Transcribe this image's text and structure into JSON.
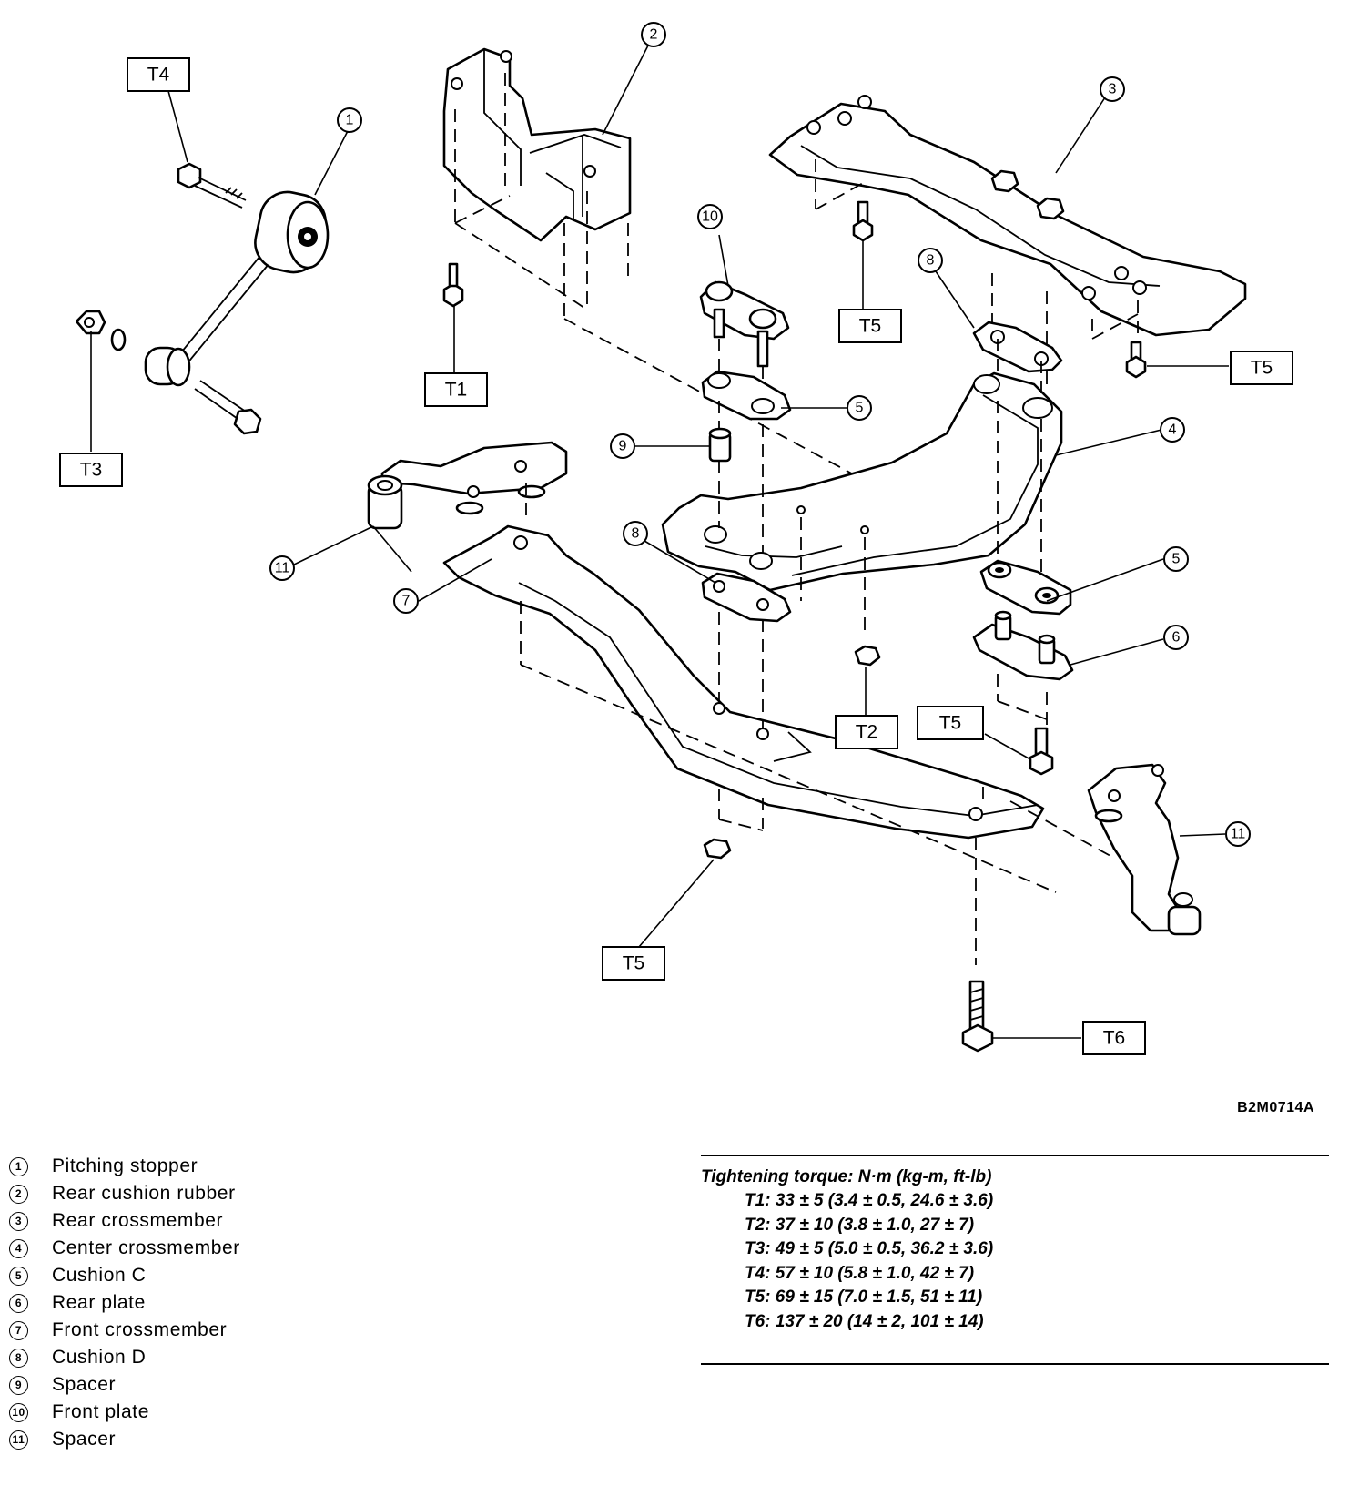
{
  "figure_code": "B2M0714A",
  "callouts": [
    "1",
    "2",
    "3",
    "4",
    "5",
    "6",
    "7",
    "8",
    "9",
    "10",
    "11"
  ],
  "torque_tags": [
    "T1",
    "T2",
    "T3",
    "T4",
    "T5",
    "T6"
  ],
  "legend": [
    {
      "num": "1",
      "label": "Pitching stopper"
    },
    {
      "num": "2",
      "label": "Rear cushion rubber"
    },
    {
      "num": "3",
      "label": "Rear crossmember"
    },
    {
      "num": "4",
      "label": "Center crossmember"
    },
    {
      "num": "5",
      "label": "Cushion C"
    },
    {
      "num": "6",
      "label": "Rear plate"
    },
    {
      "num": "7",
      "label": "Front crossmember"
    },
    {
      "num": "8",
      "label": "Cushion D"
    },
    {
      "num": "9",
      "label": "Spacer"
    },
    {
      "num": "10",
      "label": "Front plate"
    },
    {
      "num": "11",
      "label": "Spacer"
    }
  ],
  "torque": {
    "heading": "Tightening torque: N·m (kg-m, ft-lb)",
    "rows": [
      "T1: 33 ± 5 (3.4 ± 0.5, 24.6 ± 3.6)",
      "T2: 37 ± 10 (3.8 ± 1.0, 27 ± 7)",
      "T3: 49 ± 5 (5.0 ± 0.5, 36.2 ± 3.6)",
      "T4: 57 ± 10 (5.8 ± 1.0, 42 ± 7)",
      "T5: 69 ± 15 (7.0 ± 1.5, 51 ± 11)",
      "T6: 137 ± 20 (14 ± 2, 101 ± 14)"
    ]
  }
}
